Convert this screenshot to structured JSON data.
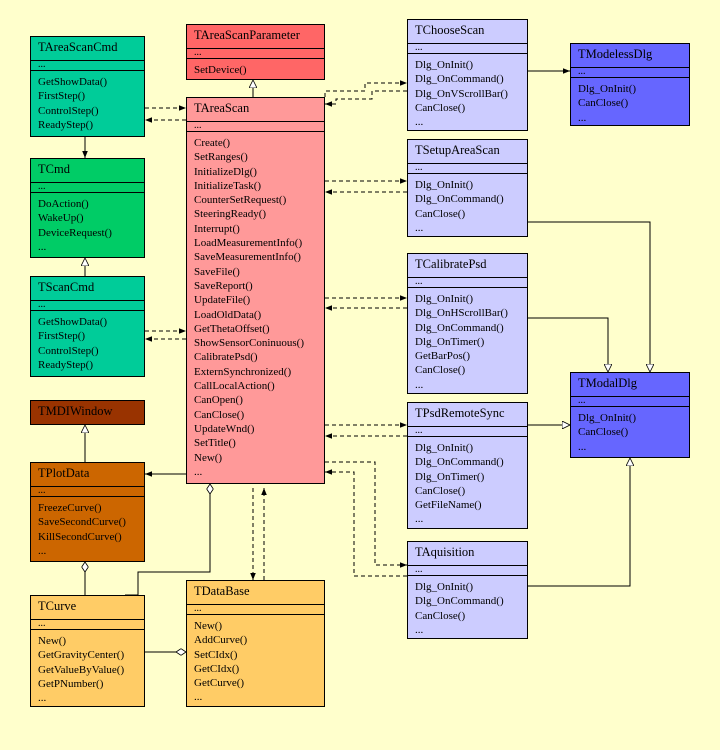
{
  "colors": {
    "background": "#ffffcc",
    "teal": "#00cc99",
    "green": "#00cc66",
    "red_header": "#ff6666",
    "pink": "#ff9999",
    "lavender": "#ccccff",
    "blue": "#6666ff",
    "dark_red": "#993300",
    "orange": "#cc6600",
    "light_orange": "#ffcc66"
  },
  "classes": {
    "TAreaScanCmd": {
      "name": "TAreaScanCmd",
      "attrs": "...",
      "ops": [
        "GetShowData()",
        "FirstStep()",
        "ControlStep()",
        "ReadyStep()"
      ]
    },
    "TCmd": {
      "name": "TCmd",
      "attrs": "...",
      "ops": [
        "DoAction()",
        "WakeUp()",
        "DeviceRequest()",
        "..."
      ]
    },
    "TScanCmd": {
      "name": "TScanCmd",
      "attrs": "...",
      "ops": [
        "GetShowData()",
        "FirstStep()",
        "ControlStep()",
        "ReadyStep()"
      ]
    },
    "TMDIWindow": {
      "name": "TMDIWindow"
    },
    "TPlotData": {
      "name": "TPlotData",
      "attrs": "...",
      "ops": [
        "FreezeCurve()",
        "SaveSecondCurve()",
        "KillSecondCurve()",
        "..."
      ]
    },
    "TCurve": {
      "name": "TCurve",
      "attrs": "...",
      "ops": [
        "New()",
        "GetGravityCenter()",
        "GetValueByValue()",
        "GetPNumber()",
        "..."
      ]
    },
    "TAreaScanParameter": {
      "name": "TAreaScanParameter",
      "attrs": "...",
      "ops": [
        "SetDevice()"
      ]
    },
    "TAreaScan": {
      "name": "TAreaScan",
      "attrs": "...",
      "ops": [
        "Create()",
        "SetRanges()",
        "InitializeDlg()",
        "InitializeTask()",
        "CounterSetRequest()",
        "SteeringReady()",
        "Interrupt()",
        "LoadMeasurementInfo()",
        "SaveMeasurementInfo()",
        "SaveFile()",
        "SaveReport()",
        "UpdateFile()",
        "LoadOldData()",
        "GetThetaOffset()",
        "ShowSensorConinuous()",
        "CalibratePsd()",
        "ExternSynchronized()",
        "CallLocalAction()",
        "CanOpen()",
        "CanClose()",
        "UpdateWnd()",
        "SetTitle()",
        "New()",
        "..."
      ]
    },
    "TDataBase": {
      "name": "TDataBase",
      "attrs": "...",
      "ops": [
        "New()",
        "AddCurve()",
        "SetCIdx()",
        "GetCIdx()",
        "GetCurve()",
        "..."
      ]
    },
    "TChooseScan": {
      "name": "TChooseScan",
      "attrs": "...",
      "ops": [
        "Dlg_OnInit()",
        "Dlg_OnCommand()",
        "Dlg_OnVScrollBar()",
        "CanClose()",
        "..."
      ]
    },
    "TSetupAreaScan": {
      "name": "TSetupAreaScan",
      "attrs": "...",
      "ops": [
        "Dlg_OnInit()",
        "Dlg_OnCommand()",
        "CanClose()",
        "..."
      ]
    },
    "TCalibratePsd": {
      "name": "TCalibratePsd",
      "attrs": "...",
      "ops": [
        "Dlg_OnInit()",
        "Dlg_OnHScrollBar()",
        "Dlg_OnCommand()",
        "Dlg_OnTimer()",
        "GetBarPos()",
        "CanClose()",
        "..."
      ]
    },
    "TPsdRemoteSync": {
      "name": "TPsdRemoteSync",
      "attrs": "...",
      "ops": [
        "Dlg_OnInit()",
        "Dlg_OnCommand()",
        "Dlg_OnTimer()",
        "CanClose()",
        "GetFileName()",
        "..."
      ]
    },
    "TAquisition": {
      "name": "TAquisition",
      "attrs": "...",
      "ops": [
        "Dlg_OnInit()",
        "Dlg_OnCommand()",
        "CanClose()",
        "..."
      ]
    },
    "TModelessDlg": {
      "name": "TModelessDlg",
      "attrs": "...",
      "ops": [
        "Dlg_OnInit()",
        "CanClose()",
        "..."
      ]
    },
    "TModalDlg": {
      "name": "TModalDlg",
      "attrs": "...",
      "ops": [
        "Dlg_OnInit()",
        "CanClose()",
        "..."
      ]
    }
  }
}
